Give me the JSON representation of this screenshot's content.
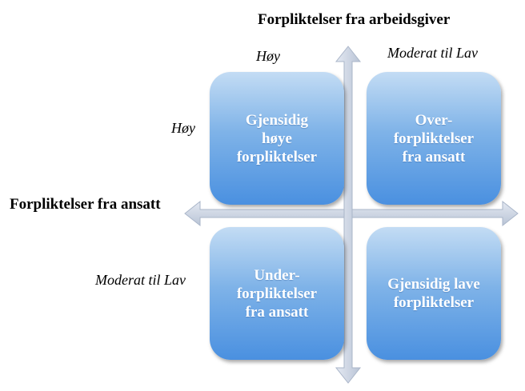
{
  "axes": {
    "top_title": "Forpliktelser fra arbeidsgiver",
    "left_title": "Forpliktelser fra ansatt",
    "top_high": "Høy",
    "top_low": "Moderat til Lav",
    "left_high": "Høy",
    "left_low": "Moderat til Lav"
  },
  "quadrants": {
    "top_left": "Gjensidig\nhøye\nforpliktelser",
    "top_right": "Over-\nforpliktelser\nfra ansatt",
    "bottom_left": "Under-\nforpliktelser\nfra ansatt",
    "bottom_right": "Gjensidig lave\nforpliktelser"
  },
  "colors": {
    "box_top": "#c3dcf4",
    "box_bottom": "#4a90e0",
    "arrow": "#c9d3e3"
  }
}
